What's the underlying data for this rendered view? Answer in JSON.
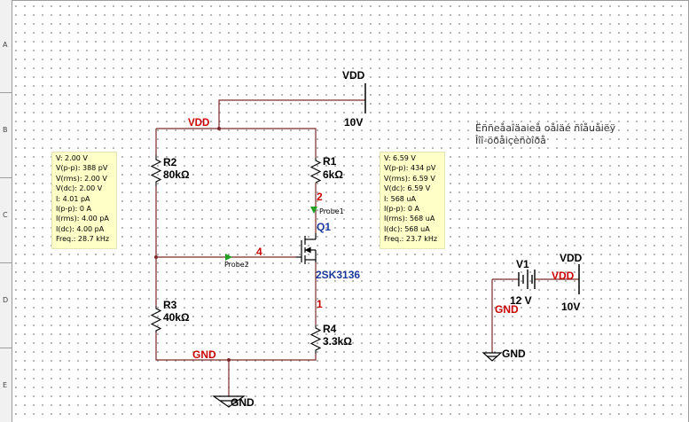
{
  "ruler": {
    "labels": [
      "A",
      "B",
      "C",
      "D",
      "E"
    ]
  },
  "colors": {
    "wire": "#7c2a2a",
    "net_label": "#cc0000",
    "component": "#000000",
    "value": "#000000",
    "probe_bg": "#ffffc8",
    "probe_arrow": "#20a020",
    "mosfet_name": "#1b3b9b"
  },
  "nets": {
    "vdd_top": "VDD",
    "vdd_top_voltage": "10V",
    "vdd_wire": "VDD",
    "gnd_wire": "GND",
    "gnd_symbol": "GND",
    "node_2": "2",
    "node_4": "4",
    "node_1": "1"
  },
  "components": {
    "r1": {
      "name": "R1",
      "value": "6kΩ"
    },
    "r2": {
      "name": "R2",
      "value": "80kΩ"
    },
    "r3": {
      "name": "R3",
      "value": "40kΩ"
    },
    "r4": {
      "name": "R4",
      "value": "3.3kΩ"
    },
    "q1": {
      "name": "Q1",
      "model": "2SK3136"
    },
    "v1": {
      "name": "V1",
      "value": "12 V",
      "pos_net": "VDD",
      "neg_net": "GND",
      "vdd_label": "VDD",
      "vdd_voltage": "10V",
      "gnd_symbol": "GND"
    }
  },
  "probes": {
    "probe1": {
      "name": "Probe1",
      "lines": [
        "V: 6.59 V",
        "V(p-p): 434 pV",
        "V(rms): 6.59 V",
        "V(dc): 6.59 V",
        "I: 568 uA",
        "I(p-p): 0 A",
        "I(rms): 568 uA",
        "I(dc): 568 uA",
        "Freq.: 23.7 kHz"
      ]
    },
    "probe2": {
      "name": "Probe2",
      "lines": [
        "V: 2.00 V",
        "V(p-p): 388 pV",
        "V(rms): 2.00 V",
        "V(dc): 2.00 V",
        "I: 4.01 pA",
        "I(p-p): 0 A",
        "I(rms): 4.00 pA",
        "I(dc): 4.00 pA",
        "Freq.: 28.7 kHz"
      ]
    }
  },
  "note": {
    "lines": [
      "Ëññeåaîäaieå oåläé ñîåuåiëÿ",
      "Îîî-öðåiçèñòîðå"
    ]
  }
}
